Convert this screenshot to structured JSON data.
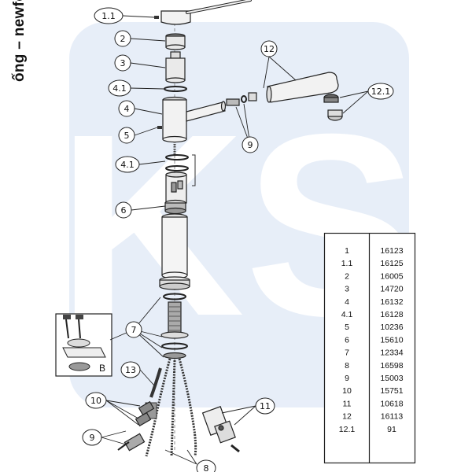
{
  "side_caption": "ống – newfo",
  "watermark": "KS",
  "callouts": [
    {
      "label": "1.1"
    },
    {
      "label": "2"
    },
    {
      "label": "3"
    },
    {
      "label": "4.1"
    },
    {
      "label": "4"
    },
    {
      "label": "5"
    },
    {
      "label": "4.1"
    },
    {
      "label": "6"
    },
    {
      "label": "12"
    },
    {
      "label": "12.1"
    },
    {
      "label": "9"
    },
    {
      "label": "7"
    },
    {
      "label": "13"
    },
    {
      "label": "10"
    },
    {
      "label": "11"
    },
    {
      "label": "9"
    },
    {
      "label": "8"
    }
  ],
  "inset": {
    "label": "B"
  },
  "parts_table": {
    "rows": [
      {
        "part": "1",
        "code": "16123"
      },
      {
        "part": "1.1",
        "code": "16125"
      },
      {
        "part": "2",
        "code": "16005"
      },
      {
        "part": "3",
        "code": "14720"
      },
      {
        "part": "4",
        "code": "16132"
      },
      {
        "part": "4.1",
        "code": "16128"
      },
      {
        "part": "5",
        "code": "10236"
      },
      {
        "part": "6",
        "code": "15610"
      },
      {
        "part": "7",
        "code": "12334"
      },
      {
        "part": "8",
        "code": "16598"
      },
      {
        "part": "9",
        "code": "15003"
      },
      {
        "part": "10",
        "code": "15751"
      },
      {
        "part": "11",
        "code": "10618"
      },
      {
        "part": "12",
        "code": "16113"
      },
      {
        "part": "12.1",
        "code": "91"
      }
    ]
  }
}
